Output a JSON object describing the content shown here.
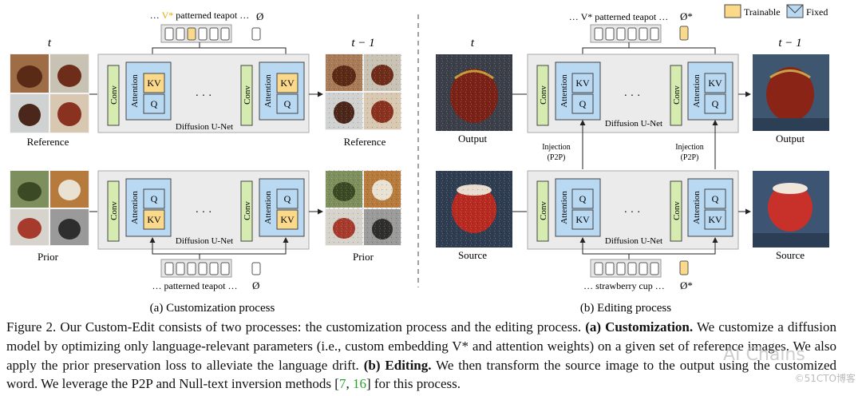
{
  "labels": {
    "t": "t",
    "t_minus_1": "t − 1",
    "conv": "Conv",
    "attention": "Attention",
    "kv": "KV",
    "q": "Q",
    "dots": "· · ·",
    "unet": "Diffusion U-Net",
    "reference": "Reference",
    "prior": "Prior",
    "output": "Output",
    "source": "Source",
    "injection": "Injection",
    "p2p": "(P2P)",
    "null_symbol": "Ø",
    "null_symbol_star": "Ø*"
  },
  "prompts": {
    "left_top_prefix": "… ",
    "left_top_token": "V*",
    "left_top_suffix": " patterned teapot …",
    "left_bottom": "… patterned teapot …",
    "right_top": "… V* patterned teapot …",
    "right_bottom": "… strawberry cup …"
  },
  "legend": {
    "trainable": "Trainable",
    "fixed": "Fixed"
  },
  "subcaptions": {
    "a": "(a) Customization process",
    "b": "(b) Editing process"
  },
  "caption": {
    "p1": "Figure 2. Our Custom-Edit consists of two processes: the customization process and the editing process.",
    "b1": "(a) Customization.",
    "p2": "We customize a diffusion model by optimizing only language-relevant parameters (i.e., custom embedding V* and attention weights) on a given set of reference images. We also apply the prior preservation loss to alleviate the language drift.",
    "b2": "(b) Editing.",
    "p3": "We then transform the source image to the output using the customized word. We leverage the P2P and Null-text inversion methods [",
    "r1": "7",
    "sep": ", ",
    "r2": "16",
    "p4": "] for this process."
  },
  "watermark": {
    "a": "AI Chains",
    "b": "©51CTO博客"
  },
  "colors": {
    "trainable": "#fbd98a",
    "fixed": "#b9d9f2",
    "conv": "#d5ebb0",
    "unet_panel": "#ebebeb",
    "token_star": "#e6a800",
    "ref_link": "#2ca02c"
  }
}
